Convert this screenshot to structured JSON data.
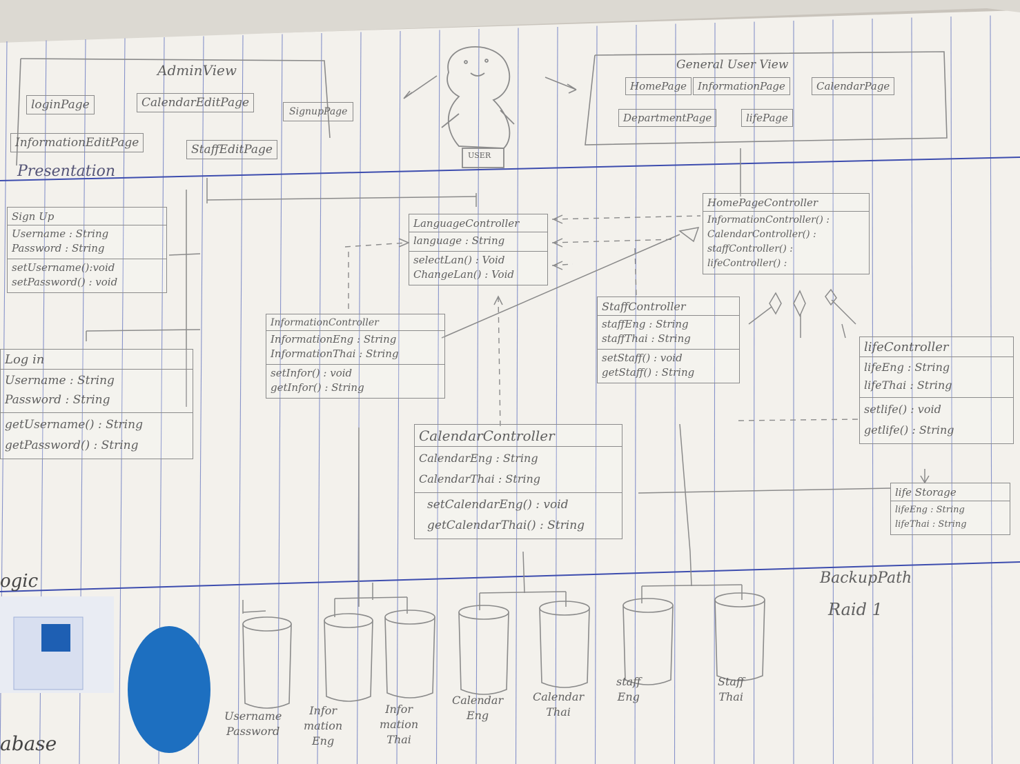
{
  "layers": {
    "presentation": "Presentation",
    "logic": "ogic",
    "database": "abase"
  },
  "admin_view": {
    "title": "AdminView",
    "pages": [
      "loginPage",
      "CalendarEditPage",
      "SignupPage",
      "InformationEditPage",
      "StaffEditPage"
    ]
  },
  "user_label": "USER",
  "general_user_view": {
    "title": "General User View",
    "pages": [
      "HomePage",
      "InformationPage",
      "CalendarPage",
      "DepartmentPage",
      "lifePage"
    ]
  },
  "classes": {
    "signup": {
      "name": "Sign Up",
      "attrs": [
        "Username : String",
        "Password : String"
      ],
      "methods": [
        "setUsername():void",
        "setPassword() : void"
      ]
    },
    "login": {
      "name": "Log in",
      "attrs": [
        "Username : String",
        "Password : String"
      ],
      "methods": [
        "getUsername() : String",
        "getPassword() : String"
      ]
    },
    "language": {
      "name": "LanguageController",
      "attrs": [
        "language : String"
      ],
      "methods": [
        "selectLan() : Void",
        "ChangeLan() : Void"
      ]
    },
    "homepage": {
      "name": "HomePageController",
      "methods": [
        "InformationController() :",
        "CalendarController() :",
        "staffController() :",
        "lifeController() :"
      ]
    },
    "information": {
      "name": "InformationController",
      "attrs": [
        "InformationEng : String",
        "InformationThai : String"
      ],
      "methods": [
        "setInfor() : void",
        "getInfor() : String"
      ]
    },
    "staff": {
      "name": "StaffController",
      "attrs": [
        "staffEng : String",
        "staffThai : String"
      ],
      "methods": [
        "setStaff() : void",
        "getStaff() : String"
      ]
    },
    "life": {
      "name": "lifeController",
      "attrs": [
        "lifeEng : String",
        "lifeThai : String"
      ],
      "methods": [
        "setlife() : void",
        "getlife() : String"
      ]
    },
    "calendar": {
      "name": "CalendarController",
      "attrs": [
        "CalendarEng : String",
        "CalendarThai : String"
      ],
      "methods": [
        "setCalendarEng() : void",
        "getCalendarThai() : String"
      ]
    },
    "lifestorage": {
      "name": "life Storage",
      "attrs": [
        "lifeEng : String",
        "lifeThai : String"
      ]
    }
  },
  "databases": [
    {
      "label": "Username\nPassword"
    },
    {
      "label": "Infor\nmation\nEng"
    },
    {
      "label": "Infor\nmation\nThai"
    },
    {
      "label": "Calendar\nEng"
    },
    {
      "label": "Calendar\nThai"
    },
    {
      "label": "staff\nEng"
    },
    {
      "label": "Staff\nThai"
    }
  ],
  "backup": {
    "line1": "BackupPath",
    "line2": "Raid 1"
  },
  "colors": {
    "paper": "#f4f2ee",
    "rule": "#4f5fb8",
    "pencil": "#8a8a8a"
  }
}
